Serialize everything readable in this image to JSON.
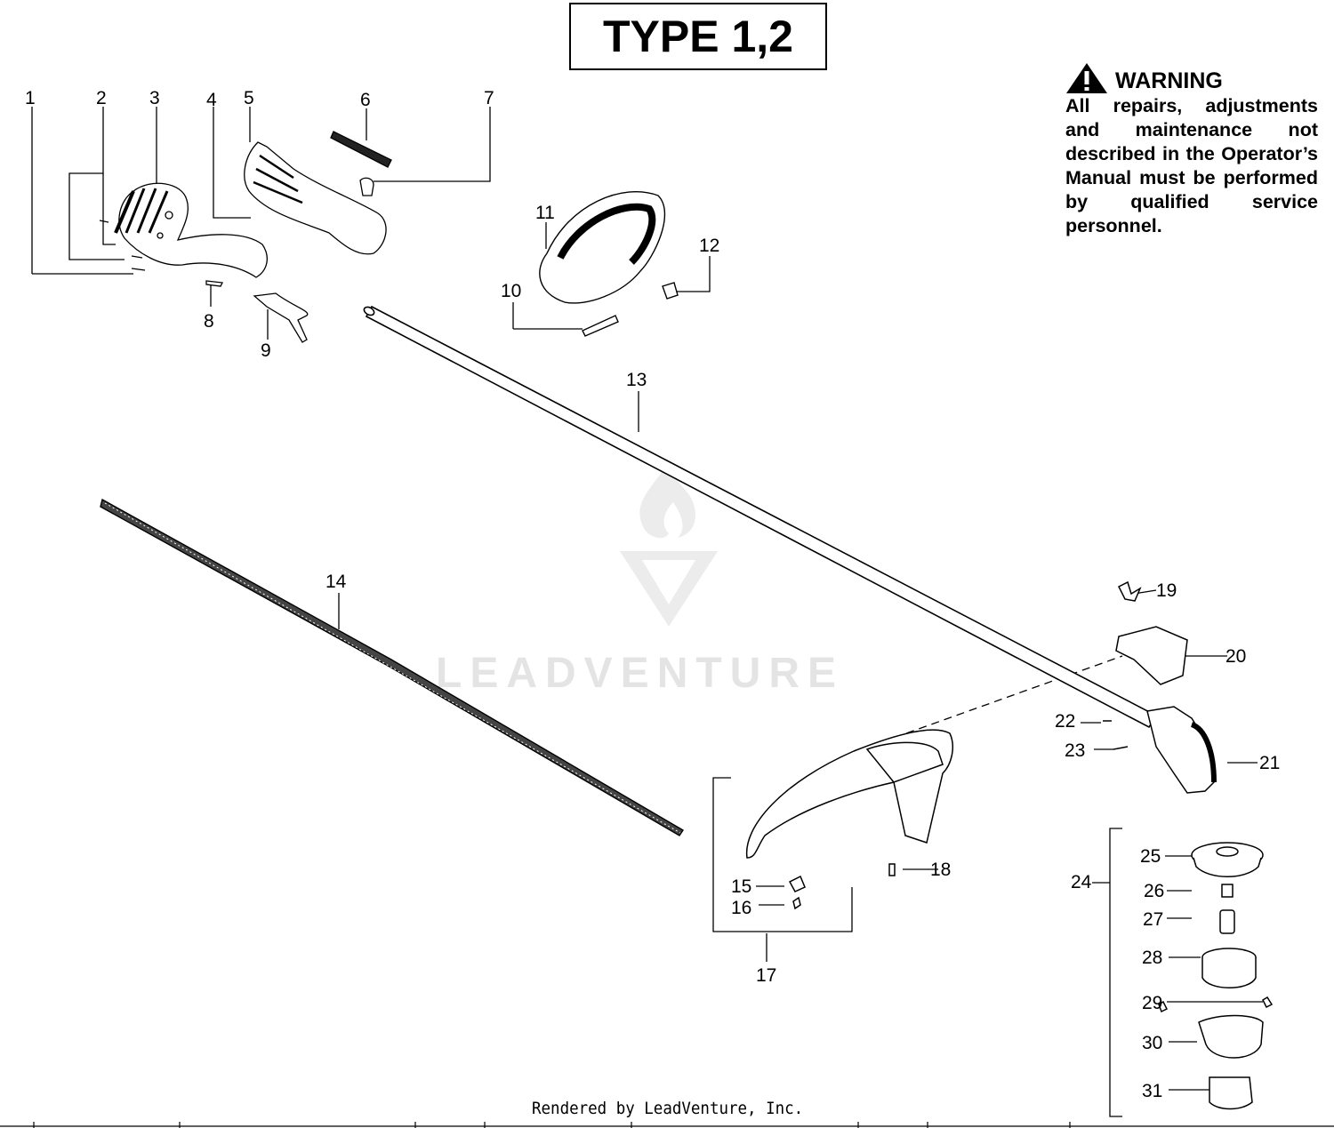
{
  "type_label": "TYPE 1,2",
  "warning": {
    "title": "WARNING",
    "text": "All repairs, adjustments and maintenance not described in the Operator’s Manual must be performed by qualified service personnel."
  },
  "footer": "Rendered by LeadVenture, Inc.",
  "watermark": "LEADVENTURE",
  "callouts": [
    "1",
    "2",
    "3",
    "4",
    "5",
    "6",
    "7",
    "8",
    "9",
    "10",
    "11",
    "12",
    "13",
    "14",
    "15",
    "16",
    "17",
    "18",
    "19",
    "20",
    "21",
    "22",
    "23",
    "24",
    "25",
    "26",
    "27",
    "28",
    "29",
    "30",
    "31"
  ]
}
